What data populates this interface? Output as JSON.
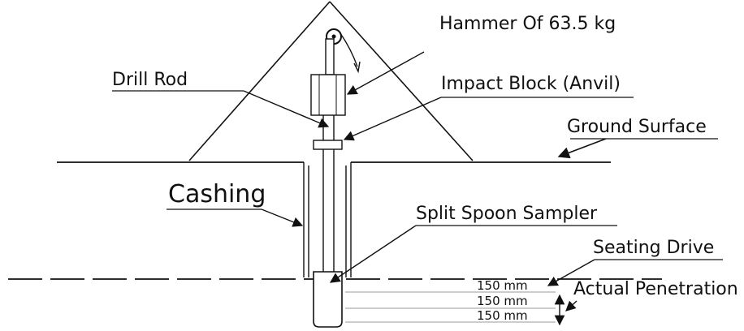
{
  "labels": {
    "hammer": "Hammer Of 63.5 kg",
    "drill_rod": "Drill Rod",
    "impact_block": "Impact Block (Anvil)",
    "ground_surface": "Ground Surface",
    "casing": "Cashing",
    "sampler": "Split Spoon Sampler",
    "seating_drive": "Seating Drive",
    "actual_penetration": "Actual Penetration",
    "increments": [
      "150 mm",
      "150 mm",
      "150 mm"
    ]
  }
}
